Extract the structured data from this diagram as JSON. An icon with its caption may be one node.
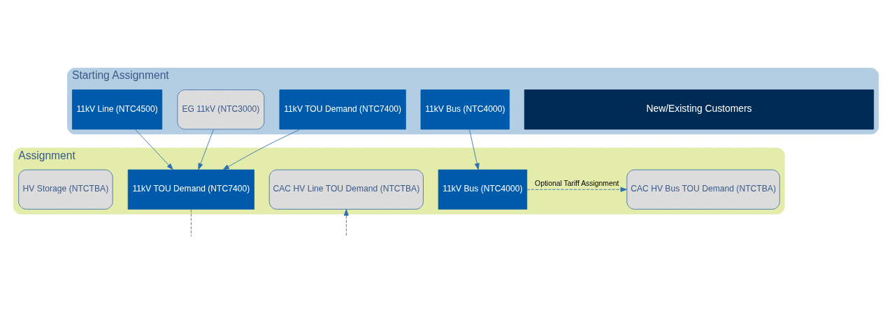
{
  "diagram": {
    "nodes": [
      {
        "text": [
          "Starting Assignment"
        ]
      },
      {
        "text": [
          "New/Existing Customers"
        ],
        "in": 0
      },
      {
        "text": [
          "11kV Line (NTC4500)"
        ],
        "in": 0
      },
      {
        "text": [
          "EG 11kV (NTC3000)"
        ],
        "in": 0
      },
      {
        "text": [
          "11kV TOU Demand (NTC7400)"
        ],
        "in": 0
      },
      {
        "text": [
          "11kV Bus (NTC4000)"
        ],
        "in": 0
      },
      {
        "text": [
          "Assignment"
        ]
      },
      {
        "text": [
          "11kV TOU Demand (NTC7400)"
        ],
        "in": 6
      },
      {
        "text": [
          "11kV Bus (NTC4000)"
        ],
        "in": 6
      },
      {
        "text": [
          "CAC HV Bus TOU Demand (NTCTBA)"
        ],
        "in": 6
      },
      {
        "text": [
          "CAC HV Line TOU Demand (NTCTBA)"
        ],
        "in": 6
      },
      {
        "text": [
          "HV Storage (NTCTBA)"
        ],
        "in": 6
      }
    ],
    "edges": [
      {
        "from": 2,
        "to": 7,
        "arrow": "to"
      },
      {
        "from": 3,
        "to": 7,
        "arrow": "to"
      },
      {
        "from": 4,
        "to": 7,
        "arrow": "to"
      },
      {
        "from": 5,
        "to": 8,
        "arrow": "to"
      },
      {
        "from": 8,
        "to": 9,
        "arrow": "to",
        "style": "dashed",
        "label": "Optional Tariff Assignment"
      },
      {
        "from": 7,
        "to": null,
        "arrow": "none",
        "style": "dashed"
      },
      {
        "from": null,
        "to": 10,
        "arrow": "to",
        "style": "dashed"
      }
    ]
  }
}
